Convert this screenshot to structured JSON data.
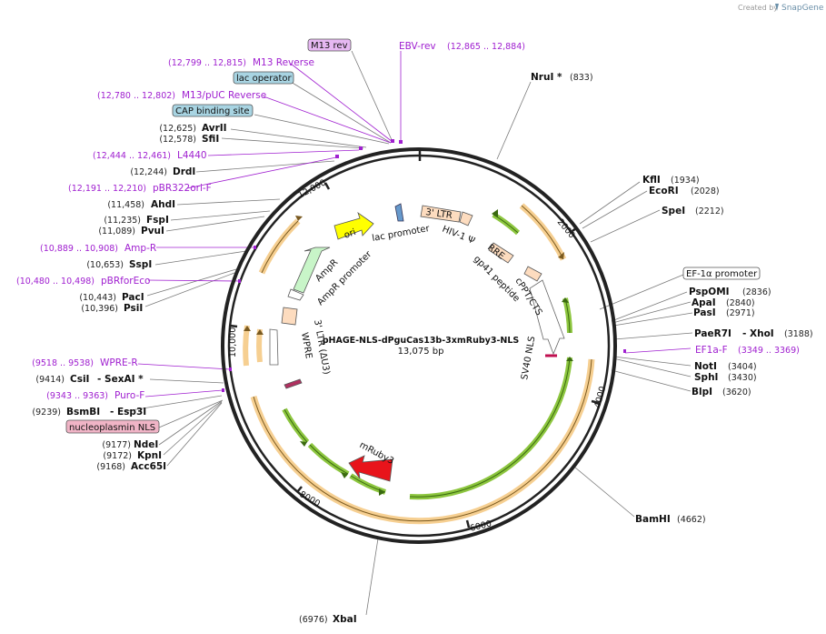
{
  "credit": {
    "prefix": "Created by",
    "brand": "SnapGene"
  },
  "plasmid": {
    "name": "pHAGE-NLS-dPguCas13b-3xmRuby3-NLS",
    "length_label": "13,075 bp"
  },
  "ring_ticks": [
    "12,000",
    "2000",
    "4000",
    "6000",
    "8000",
    "10,000"
  ],
  "right_sites": [
    {
      "name": "NruI *",
      "pos": "(833)"
    },
    {
      "name": "KflI",
      "pos": "(1934)"
    },
    {
      "name": "EcoRI",
      "pos": "(2028)"
    },
    {
      "name": "SpeI",
      "pos": "(2212)"
    },
    {
      "name": "PspOMI",
      "pos": "(2836)"
    },
    {
      "name": "ApaI",
      "pos": "(2840)"
    },
    {
      "name": "PasI",
      "pos": "(2971)"
    },
    {
      "name": "PaeR7I",
      "pos": ""
    },
    {
      "name": "- XhoI",
      "pos": "(3188)"
    },
    {
      "name": "NotI",
      "pos": "(3404)"
    },
    {
      "name": "SphI",
      "pos": "(3430)"
    },
    {
      "name": "BlpI",
      "pos": "(3620)"
    },
    {
      "name": "BamHI",
      "pos": "(4662)"
    },
    {
      "name": "XbaI",
      "pos": "(6976)"
    }
  ],
  "left_sites": [
    {
      "name": "AvrII",
      "pos": "(12,625)"
    },
    {
      "name": "SfiI",
      "pos": "(12,578)"
    },
    {
      "name": "DrdI",
      "pos": "(12,244)"
    },
    {
      "name": "AhdI",
      "pos": "(11,458)"
    },
    {
      "name": "FspI",
      "pos": "(11,235)"
    },
    {
      "name": "PvuI",
      "pos": "(11,089)"
    },
    {
      "name": "SspI",
      "pos": "(10,653)"
    },
    {
      "name": "PacI",
      "pos": "(10,443)"
    },
    {
      "name": "PsiI",
      "pos": "(10,396)"
    },
    {
      "name": "CsiI",
      "pos": "(9414)"
    },
    {
      "name": "- SexAI *",
      "pos": ""
    },
    {
      "name": "BsmBI",
      "pos": "(9239)"
    },
    {
      "name": "- Esp3I",
      "pos": ""
    },
    {
      "name": "NdeI",
      "pos": "(9177)"
    },
    {
      "name": "KpnI",
      "pos": "(9172)"
    },
    {
      "name": "Acc65I",
      "pos": "(9168)"
    }
  ],
  "primers": [
    {
      "name": "EBV-rev",
      "pos": "(12,865 .. 12,884)"
    },
    {
      "name": "M13 Reverse",
      "pos": "(12,799 .. 12,815)"
    },
    {
      "name": "M13/pUC Reverse",
      "pos": "(12,780 .. 12,802)"
    },
    {
      "name": "L4440",
      "pos": "(12,444 .. 12,461)"
    },
    {
      "name": "pBR322ori-F",
      "pos": "(12,191 .. 12,210)"
    },
    {
      "name": "Amp-R",
      "pos": "(10,889 .. 10,908)"
    },
    {
      "name": "pBRforEco",
      "pos": "(10,480 .. 10,498)"
    },
    {
      "name": "WPRE-R",
      "pos": "(9518 .. 9538)"
    },
    {
      "name": "Puro-F",
      "pos": "(9343 .. 9363)"
    },
    {
      "name": "EF1a-F",
      "pos": "(3349 .. 3369)"
    }
  ],
  "boxes": [
    {
      "text": "M13 rev",
      "fill": "#e6b8f2"
    },
    {
      "text": "lac operator",
      "fill": "#a8d4e2"
    },
    {
      "text": "CAP binding site",
      "fill": "#a8d4e2"
    },
    {
      "text": "EF-1α promoter",
      "fill": "#ffffff"
    },
    {
      "text": "nucleoplasmin NLS",
      "fill": "#f0b4c6"
    }
  ],
  "features": [
    {
      "label": "3' LTR"
    },
    {
      "label": "HIV-1 Ψ"
    },
    {
      "label": "RRE"
    },
    {
      "label": "gp41 peptide"
    },
    {
      "label": "cPPT/CTS"
    },
    {
      "label": "SV40 NLS"
    },
    {
      "label": "lac promoter"
    },
    {
      "label": "ori"
    },
    {
      "label": "AmpR"
    },
    {
      "label": "AmpR promoter"
    },
    {
      "label": "3' LTR (ΔU3)"
    },
    {
      "label": "WPRE"
    },
    {
      "label": "mRuby3"
    }
  ],
  "colors": {
    "orf_orange": "#f5c77e",
    "orf_green": "#8dc63f",
    "primer_purple": "#a020d0",
    "mruby_red": "#e8141b",
    "ori_yellow": "#ffff00",
    "ampr_green": "#c8f5c8",
    "ltr_peach": "#fddcbf"
  }
}
